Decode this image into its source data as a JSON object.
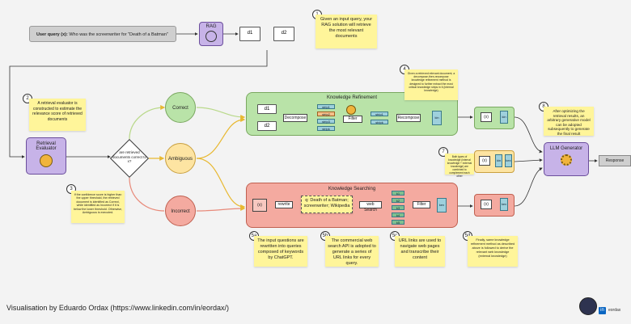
{
  "query": {
    "label": "User query (x):",
    "text": "Who was the screenwriter for \"Death of a Batman\""
  },
  "rag": {
    "label": "RAG"
  },
  "docs": [
    "d1",
    "d2"
  ],
  "steps": [
    {
      "num": "1",
      "text": "Given an input query, your RAG solution will retrieve the most relevant documents"
    },
    {
      "num": "2",
      "text": "A retrieval evaluator is constructed to estimate the relevance score of retrieved documents"
    },
    {
      "num": "3",
      "text": "If the confidence score is higher than the upper threshold, the retrieved document is identified as Correct, while identified as Incorrect if it is below the lower threshold. Otherwise, Ambiguous is executed."
    },
    {
      "num": "4",
      "text": "Given a retrieved relevant document, a decompose-then-recompose knowledge refinement method is designed to further extract the most critical knowledge strips in it (internal knowledge)"
    },
    {
      "num": "7",
      "text": "Both types of knowledge (internal knowledge + external knowledge) are combined to complement each other"
    },
    {
      "num": "8",
      "text": "After optimizing the retrieval results, an arbitrary generative model can be adopted subsequently to generate the final result"
    },
    {
      "num": "5a",
      "text": "The input questions are rewritten into queries composed of keywords by ChatGPT."
    },
    {
      "num": "5b",
      "text": "The commercial web search API is adopted to generate a series of URL links for every query."
    },
    {
      "num": "5c",
      "text": "URL links are used to navigate web pages and transcribe their content"
    },
    {
      "num": "5d",
      "text": "Finally, same knowledge refinement method as described above is followed to derive the relevant web knowledge (external knowledge)"
    }
  ],
  "evaluator": {
    "label": "Retrieval Evaluator"
  },
  "decision": {
    "label": "are retrieved documents correct to x?"
  },
  "outcomes": {
    "correct": "Correct",
    "ambiguous": "Ambiguous",
    "incorrect": "Incorrect"
  },
  "refinement": {
    "title": "Knowledge Refinement",
    "docs": [
      "d1",
      "d2"
    ],
    "decompose": "Decompose",
    "strips": [
      "strip1",
      "strip2",
      "strip3",
      "stripk"
    ],
    "filter": "Filter",
    "kept_strips": [
      "strip1",
      "stripk"
    ],
    "recompose": "Recompose",
    "output": "kin"
  },
  "searching": {
    "title": "Knowledge Searching",
    "input": "(x)",
    "rewrite": "rewrite",
    "query_text": "q: Death of a Batman; screenwriter; Wikipedia",
    "web_search": "web Search",
    "results": [
      "k1",
      "k2",
      "k3",
      "k4",
      "k5"
    ],
    "filter": "Filter",
    "output": "kex"
  },
  "combos": [
    {
      "x": "(x)",
      "k": [
        "kin"
      ]
    },
    {
      "x": "(x)",
      "k": [
        "kin",
        "kex"
      ]
    },
    {
      "x": "(x)",
      "k": [
        "kex"
      ]
    }
  ],
  "llm": {
    "label": "LLM Generator"
  },
  "response": {
    "label": "Response"
  },
  "footer": {
    "text": "Visualisation by Eduardo Ordax (https://www.linkedin.com/in/eordax/)",
    "linkedin": "in",
    "handle": "eordax"
  },
  "colors": {
    "purple": "#c7b3e8",
    "green": "#b9e3a8",
    "orange": "#fde4a2",
    "red": "#f4aaa0",
    "sticky": "#fff59a"
  }
}
